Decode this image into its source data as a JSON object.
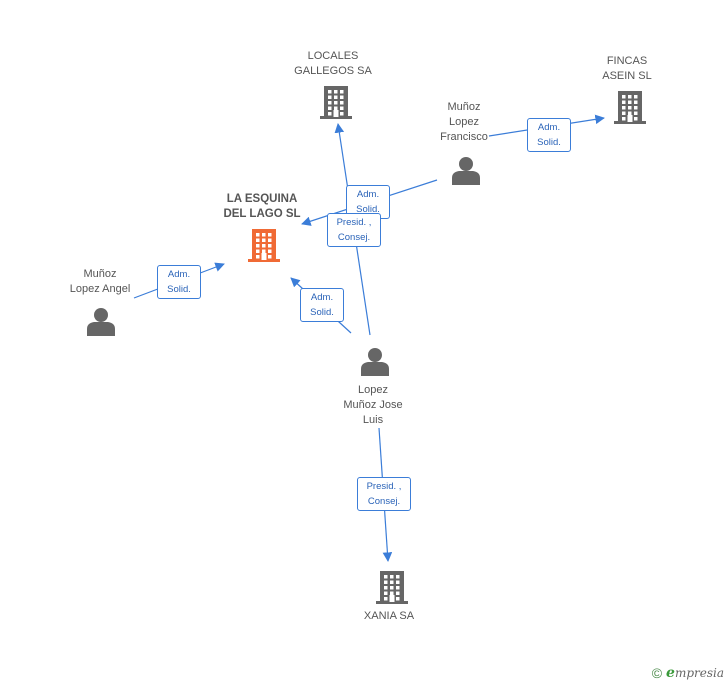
{
  "colors": {
    "edge": "#3b7dd8",
    "node_icon": "#666666",
    "focus_icon": "#f06a35",
    "label_text": "#555555",
    "edge_label_text": "#2a63b8"
  },
  "nodes": [
    {
      "id": "la_esquina",
      "kind": "company",
      "focus": true,
      "icon": "building-icon",
      "label": "LA ESQUINA\nDEL LAGO SL"
    },
    {
      "id": "locales",
      "kind": "company",
      "focus": false,
      "icon": "building-icon",
      "label": "LOCALES\nGALLEGOS SA"
    },
    {
      "id": "fincas",
      "kind": "company",
      "focus": false,
      "icon": "building-icon",
      "label": "FINCAS\nASEIN SL"
    },
    {
      "id": "xania",
      "kind": "company",
      "focus": false,
      "icon": "building-icon",
      "label": "XANIA SA"
    },
    {
      "id": "munoz_francisco",
      "kind": "person",
      "focus": false,
      "icon": "person-icon",
      "label": "Muñoz\nLopez\nFrancisco"
    },
    {
      "id": "munoz_angel",
      "kind": "person",
      "focus": false,
      "icon": "person-icon",
      "label": "Muñoz\nLopez Angel"
    },
    {
      "id": "lopez_jose",
      "kind": "person",
      "focus": false,
      "icon": "person-icon",
      "label": "Lopez\nMuñoz Jose\nLuis"
    }
  ],
  "edges": [
    {
      "from": "munoz_francisco",
      "to": "fincas",
      "label": "Adm.\nSolid."
    },
    {
      "from": "munoz_francisco",
      "to": "la_esquina",
      "label": "Adm.\nSolid."
    },
    {
      "from": "lopez_jose",
      "to": "locales",
      "label": "Presid. ,\nConsej."
    },
    {
      "from": "munoz_angel",
      "to": "la_esquina",
      "label": "Adm.\nSolid."
    },
    {
      "from": "lopez_jose",
      "to": "la_esquina",
      "label": "Adm.\nSolid."
    },
    {
      "from": "lopez_jose",
      "to": "xania",
      "label": "Presid. ,\nConsej."
    }
  ],
  "credit": {
    "symbol": "©",
    "brand_initial": "e",
    "brand_rest": "mpresia"
  }
}
